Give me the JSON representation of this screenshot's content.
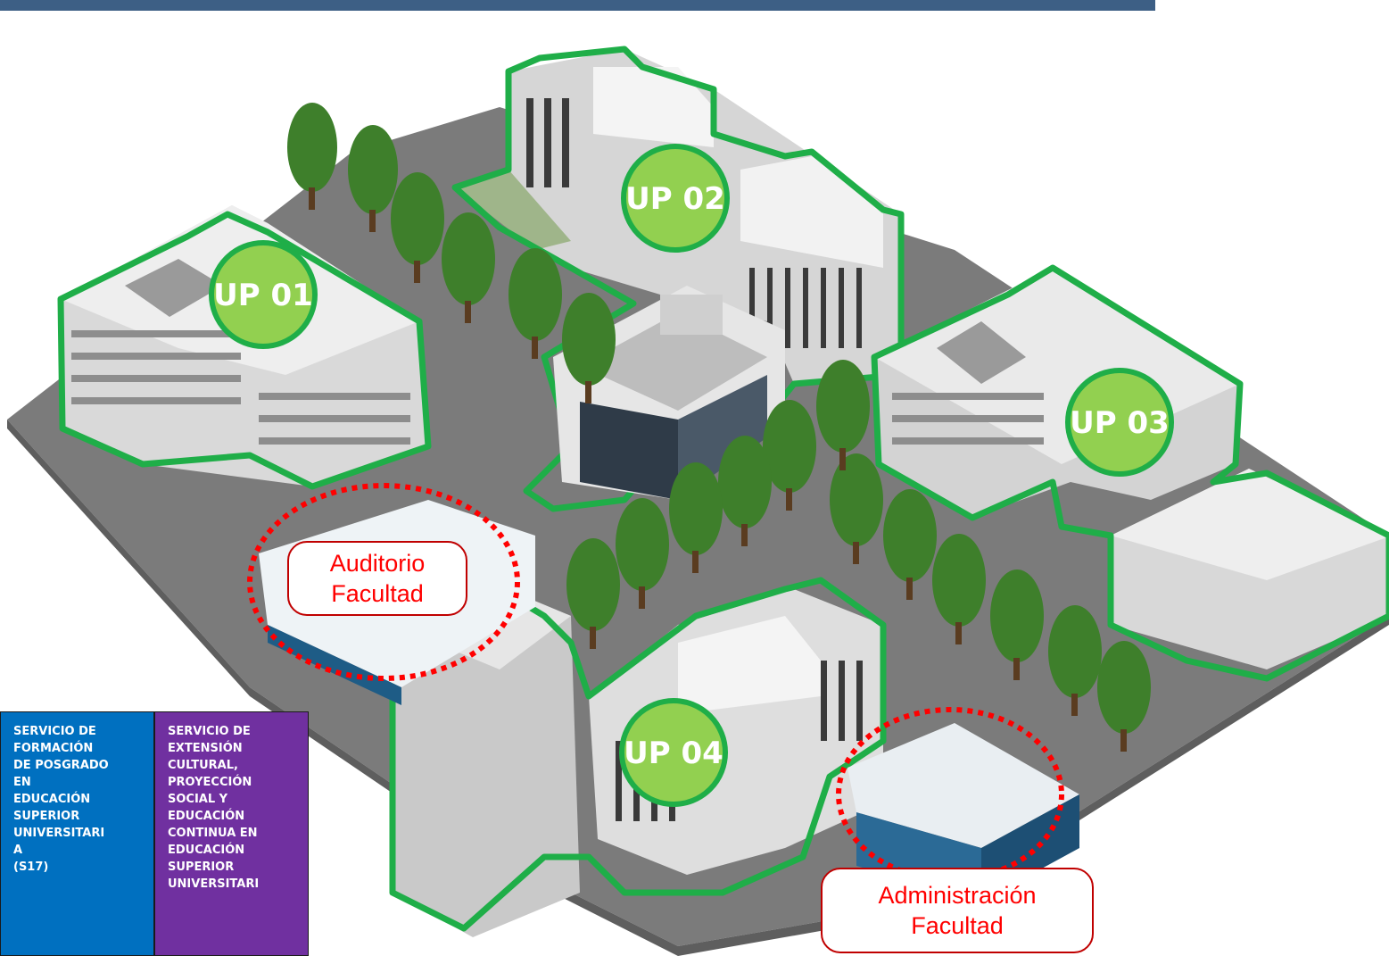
{
  "units": [
    {
      "label": "UP 01"
    },
    {
      "label": "UP 02"
    },
    {
      "label": "UP 03"
    },
    {
      "label": "UP 04"
    }
  ],
  "callouts": {
    "auditorio": "Auditorio\nFacultad",
    "administracion": "Administración\nFacultad"
  },
  "services": {
    "posgrado": "SERVICIO DE\nFORMACIÓN\nDE POSGRADO\nEN\nEDUCACIÓN\nSUPERIOR\nUNIVERSITARI\nA\n(S17)",
    "extension": "SERVICIO DE\nEXTENSIÓN\nCULTURAL,\nPROYECCIÓN\nSOCIAL Y\nEDUCACIÓN\nCONTINUA EN\nEDUCACIÓN\nSUPERIOR\nUNIVERSITARI"
  },
  "colors": {
    "outline_green": "#1fae48",
    "badge_green": "#92d050",
    "callout_red": "#ff0000",
    "service_blue": "#0070c0",
    "service_purple": "#7030a0",
    "ground_gray": "#7a7a7a"
  }
}
